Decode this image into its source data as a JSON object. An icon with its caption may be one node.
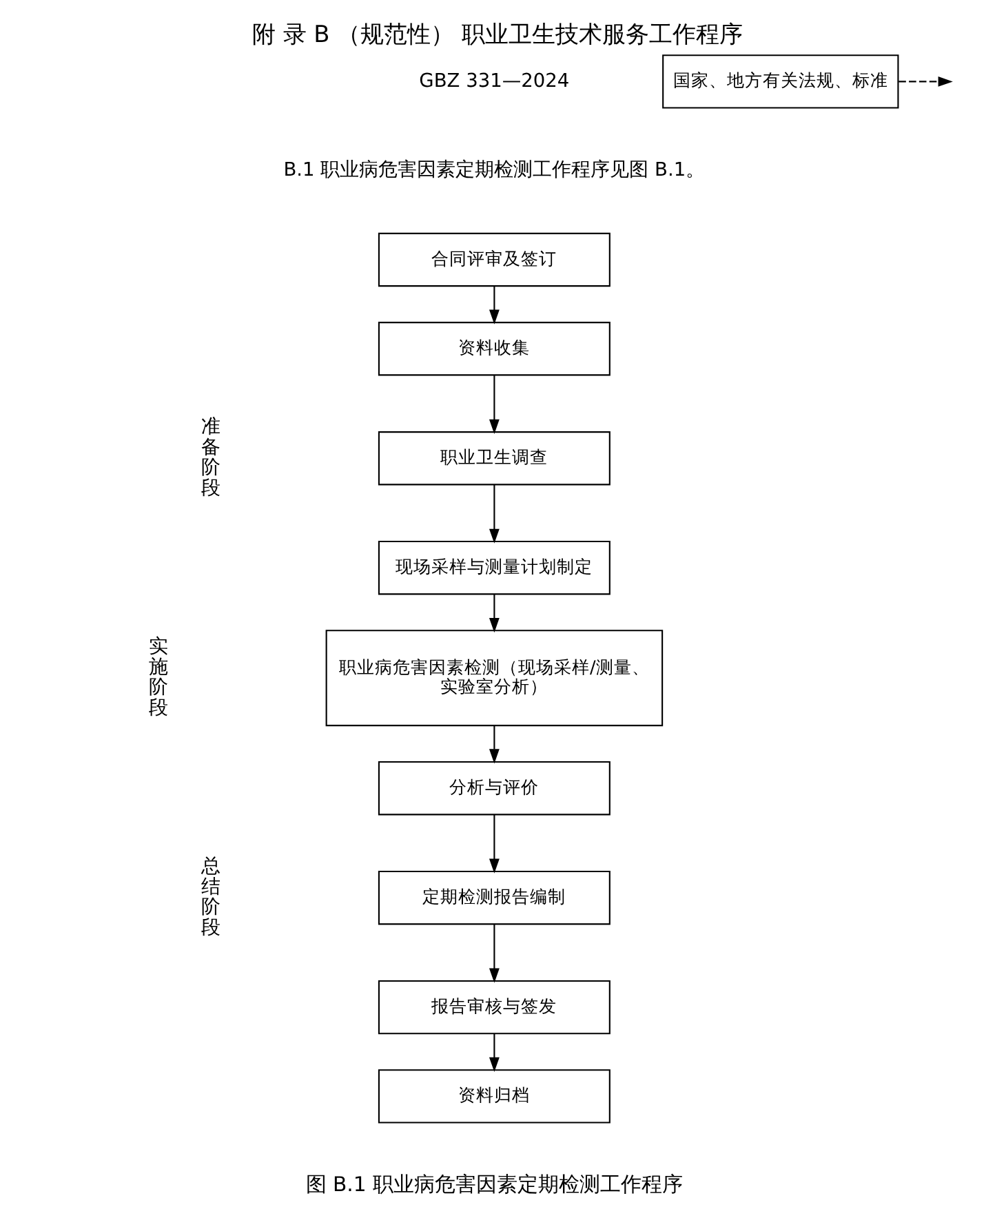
{
  "diagram": {
    "title": "附 录 B （规范性） 职业卫生技术服务工作程序",
    "caption": "图 B.1 职业病危害因素定期检测工作程序",
    "nodes": [
      {
        "text": [
          "合同评审及签订"
        ]
      },
      {
        "text": [
          "资料收集"
        ]
      },
      {
        "text": [
          "职业卫生调查"
        ]
      },
      {
        "text": [
          "现场采样与测量计划制定"
        ]
      },
      {
        "text": [
          "职业病危害因素检测（现场采样/测量、实验室分析）"
        ]
      },
      {
        "text": [
          "分析与评价"
        ]
      },
      {
        "text": [
          "国家、地方有关法规、标准"
        ]
      },
      {
        "text": [
          "定期检测报告编制"
        ]
      },
      {
        "text": [
          "报告审核与签发"
        ]
      },
      {
        "text": [
          "资料归档"
        ]
      }
    ],
    "edges": [
      {
        "from": 0,
        "to": 1,
        "arrow": "to"
      },
      {
        "from": 1,
        "to": 2,
        "arrow": "to"
      },
      {
        "from": 2,
        "to": 3,
        "arrow": "to"
      },
      {
        "from": 3,
        "to": 4,
        "arrow": "to"
      },
      {
        "from": 4,
        "to": 5,
        "arrow": "to"
      },
      {
        "from": 5,
        "to": 7,
        "arrow": "to"
      },
      {
        "from": 6,
        "to": null,
        "arrow": "to",
        "style": "dashed"
      },
      {
        "from": 7,
        "to": 8,
        "arrow": "to"
      },
      {
        "from": 8,
        "to": 9,
        "arrow": "to"
      }
    ],
    "labels": [
      "GBZ 331—2024",
      "B.1 职业病危害因素定期检测工作程序见图 B.1。",
      "准备阶段",
      "实施阶段",
      "总结阶段"
    ]
  }
}
